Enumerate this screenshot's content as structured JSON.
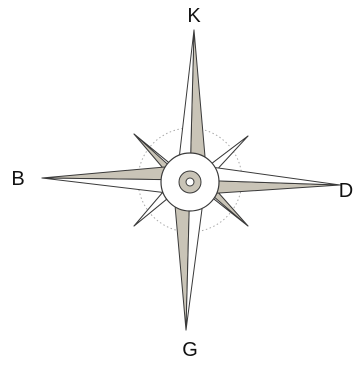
{
  "compass": {
    "labels": {
      "north": "K",
      "south": "G",
      "west": "B",
      "east": "D"
    }
  },
  "colors": {
    "outline": "#3a3a3a",
    "shaded_face": "#c9c4b7",
    "light_face": "#ffffff",
    "circle": "#a9a9a9",
    "label_text": "#111111"
  }
}
